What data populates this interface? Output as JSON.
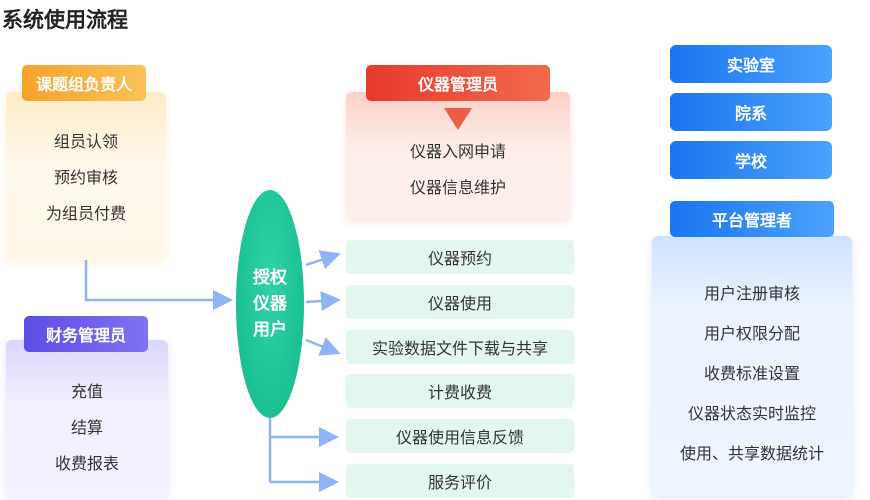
{
  "title": "系统使用流程",
  "group_leader": {
    "header": "课题组负责人",
    "items": [
      "组员认领",
      "预约审核",
      "为组员付费"
    ]
  },
  "finance_admin": {
    "header": "财务管理员",
    "items": [
      "充值",
      "结算",
      "收费报表"
    ]
  },
  "instrument_admin": {
    "header": "仪器管理员",
    "items": [
      "仪器入网申请",
      "仪器信息维护"
    ]
  },
  "authorized_user": {
    "lines": [
      "授权",
      "仪器",
      "用户"
    ]
  },
  "user_actions": [
    "仪器预约",
    "仪器使用",
    "实验数据文件下载与共享",
    "计费收费",
    "仪器使用信息反馈",
    "服务评价"
  ],
  "institutions": [
    "实验室",
    "院系",
    "学校"
  ],
  "platform_admin": {
    "header": "平台管理者",
    "items": [
      "用户注册审核",
      "用户权限分配",
      "收费标准设置",
      "仪器状态实时监控",
      "使用、共享数据统计"
    ]
  },
  "colors": {
    "orange": "#f7a32a",
    "purple": "#5d4de5",
    "red": "#e8392c",
    "green": "#13b889",
    "blue": "#1a75f0",
    "connector": "#8fb4f5"
  }
}
